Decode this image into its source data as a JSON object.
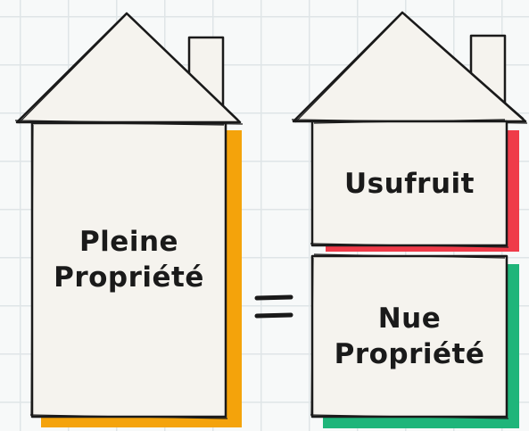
{
  "diagram": {
    "left_house": {
      "line1": "Pleine",
      "line2": "Propriété",
      "accent_color": "#f4a30b"
    },
    "usufruit": {
      "label": "Usufruit",
      "accent_color": "#ef3b49"
    },
    "nue_propriete": {
      "line1": "Nue",
      "line2": "Propriété",
      "accent_color": "#1fb57a"
    },
    "operator": "=",
    "colors": {
      "paper": "#f5f3ee",
      "ink": "#1a1a1a",
      "grid": "#dfe5e7"
    }
  }
}
